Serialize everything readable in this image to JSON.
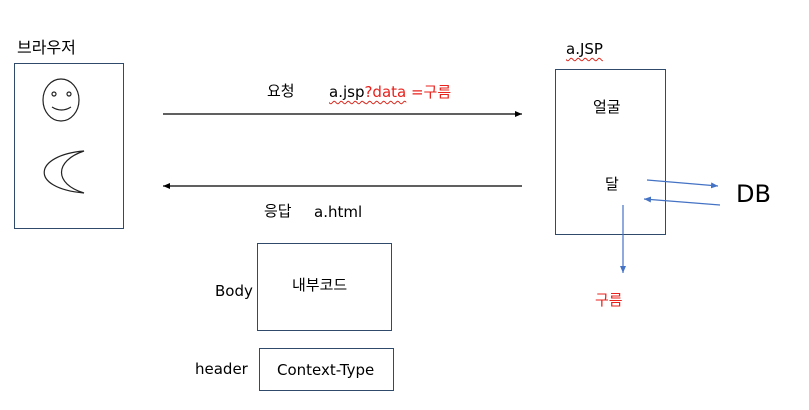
{
  "browser": {
    "label": "브라우저"
  },
  "request": {
    "label": "요청",
    "url_file": "a.jsp",
    "url_param": "?data",
    "url_value": " =구름"
  },
  "response": {
    "label": "응답",
    "file": "a.html"
  },
  "server": {
    "label": "a.JSP",
    "item_face": "얼굴",
    "item_moon": "달"
  },
  "database": {
    "label": "DB"
  },
  "result": {
    "label": "구름"
  },
  "packet": {
    "body_label": "Body",
    "body_content": "내부코드",
    "header_label": "header",
    "header_content": "Context-Type"
  },
  "colors": {
    "blue_arrow": "#4472c4",
    "red_text": "#e8211c",
    "box_border": "#2f4a6b"
  }
}
